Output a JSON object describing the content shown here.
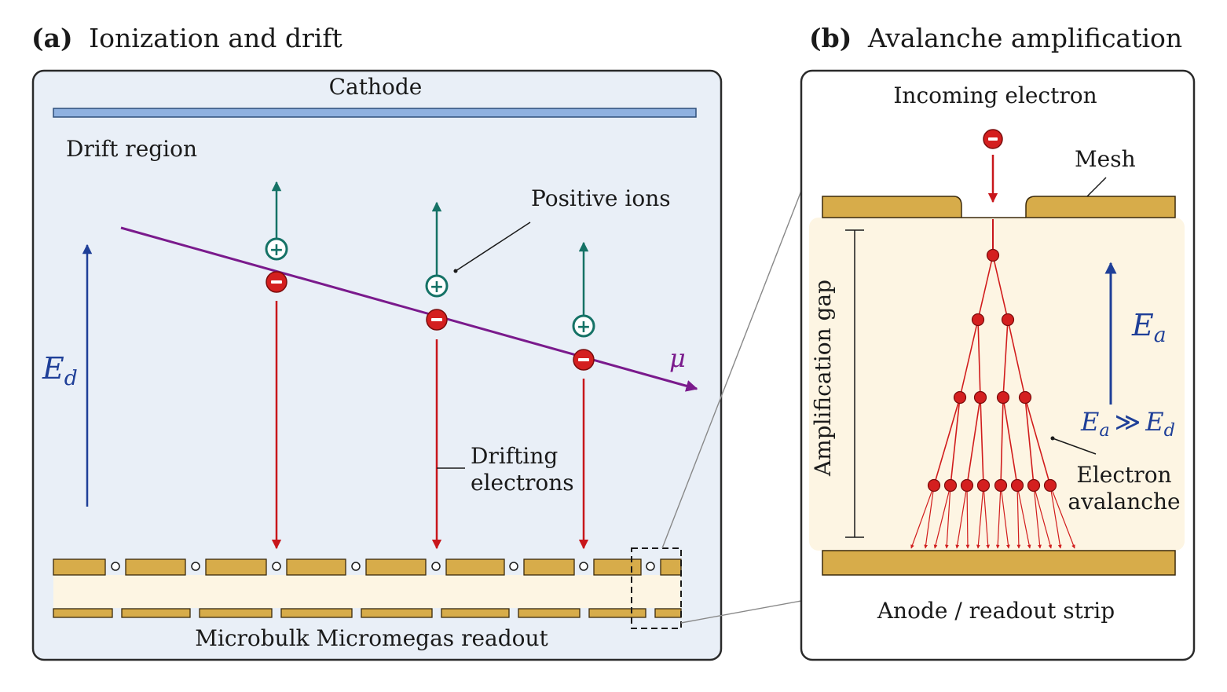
{
  "panel_a": {
    "letter": "(a)",
    "title": "Ionization and drift",
    "cathode_label": "Cathode",
    "drift_region_label": "Drift region",
    "positive_ions_label": "Positive ions",
    "drifting_electrons_line1": "Drifting",
    "drifting_electrons_line2": "electrons",
    "field_symbol": "E",
    "field_subscript": "d",
    "track_label": "μ",
    "readout_label": "Microbulk Micromegas readout",
    "electron_sign": "−",
    "ion_sign": "+"
  },
  "panel_b": {
    "letter": "(b)",
    "title": "Avalanche amplification",
    "incoming_electron_label": "Incoming electron",
    "mesh_label": "Mesh",
    "gap_label": "Amplification gap",
    "field_symbol": "E",
    "field_subscript": "a",
    "inequality_lhs": "E",
    "inequality_lhs_sub": "a",
    "inequality_op": "≫",
    "inequality_rhs": "E",
    "inequality_rhs_sub": "d",
    "avalanche_line1": "Electron",
    "avalanche_line2": "avalanche",
    "anode_label": "Anode / readout strip"
  },
  "colors": {
    "panel_bg_a": "#e9eff7",
    "panel_border": "#2a2a2a",
    "cathode": "#8fb1e0",
    "copper": "#d7ac4a",
    "kapton": "#fdf5e3",
    "electron": "#d41f1f",
    "ion": "#157266",
    "track": "#7a1a8c",
    "field": "#1f3f98"
  }
}
